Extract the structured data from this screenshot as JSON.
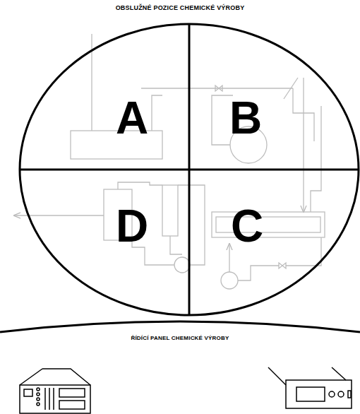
{
  "diagram": {
    "title": "OBSLUŽNÉ POZICE CHEMICKÉ VÝROBY",
    "nodes": [
      {
        "text": [
          "A"
        ]
      },
      {
        "text": [
          "B"
        ]
      },
      {
        "text": [
          "D"
        ]
      },
      {
        "text": [
          "C"
        ]
      }
    ],
    "labels": [
      "ŘÍDÍCÍ PANEL CHEMICKÉ VÝROBY"
    ]
  }
}
